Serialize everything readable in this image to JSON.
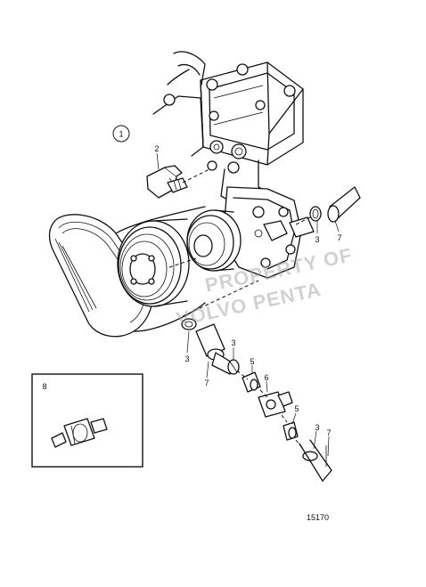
{
  "diagram": {
    "reference_circle_label": "1",
    "callouts": {
      "c2": "2",
      "c3a": "3",
      "c7a": "7",
      "c3b": "3",
      "c3c": "3",
      "c7b": "7",
      "c5a": "5",
      "c6": "6",
      "c5b": "5",
      "c3d": "3",
      "c7c": "7",
      "c8": "8"
    },
    "watermark": [
      "PROPERTY OF",
      "VOLVO PENTA"
    ],
    "drawing_number": "15170"
  }
}
